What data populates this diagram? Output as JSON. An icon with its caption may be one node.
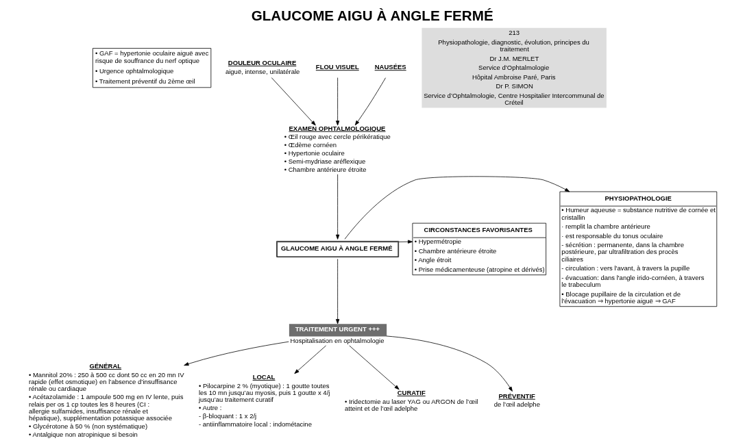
{
  "diagram": {
    "title": "GLAUCOME AIGU À ANGLE FERMÉ",
    "nodes": [
      {
        "text": [
          "• GAF = hypertonie oculaire aiguë avec risque de souffrance du nerf optique",
          "• Urgence ophtalmologique",
          "• Traitement préventif du 2ème œil"
        ]
      },
      {
        "text": [
          "DOULEUR OCULAIRE",
          "aiguë, intense, unilatérale"
        ]
      },
      {
        "text": [
          "FLOU VISUEL"
        ]
      },
      {
        "text": [
          "NAUSÉES"
        ]
      },
      {
        "text": [
          "EXAMEN OPHTALMOLOGIQUE",
          "• Œil rouge avec cercle périkératique",
          "• Œdème cornéen",
          "• Hypertonie oculaire",
          "• Semi-mydriase aréflexique",
          "• Chambre antérieure étroite"
        ]
      },
      {
        "text": [
          "GLAUCOME AIGU À ANGLE FERMÉ"
        ]
      },
      {
        "text": [
          "PHYSIOPATHOLOGIE",
          "• Humeur aqueuse = substance nutritive de cornée et cristallin",
          "· remplit la chambre antérieure",
          "· est responsable du tonus oculaire",
          "- sécrétion : permanente, dans la chambre postérieure, par ultrafiltration des procès ciliaires",
          "- circulation : vers l'avant, à travers la pupille",
          "- évacuation: dans l'angle irido-cornéen, à travers le trabeculum",
          "• Blocage pupillaire de la circulation et de l'évacuation ⇒ hypertonie aiguë ⇒ GAF"
        ]
      },
      {
        "text": [
          "CIRCONSTANCES FAVORISANTES",
          "• Hypermétropie",
          "• Chambre antérieure étroite",
          "• Angle étroit",
          "• Prise médicamenteuse (atropine et dérivés)"
        ]
      },
      {
        "text": [
          "TRAITEMENT URGENT +++"
        ],
        "beside": [
          "Hospitalisation en ophtalmologie"
        ]
      },
      {
        "text": [
          "GÉNÉRAL",
          "• Mannitol 20% : 250 à 500 cc dont 50 cc en 20 mn IV rapide (effet osmotique) en l’absence d’insuffisance rénale ou cardiaque",
          "• Acétazolamide : 1 ampoule 500 mg en IV lente, puis relais per os 1 cp toutes les 8 heures (CI : allergie sulfamides, insuffisance rénale et hépatique), supplémentation potassique associée",
          "• Glycérotone à 50 % (non systématique)",
          "• Antalgique non atropinique si besoin"
        ]
      },
      {
        "text": [
          "LOCAL",
          "• Pilocarpine 2 % (myotique) : 1 goutte toutes les 10 mn jusqu’au myosis, puis 1 goutte x 4/j jusqu’au traitement curatif",
          "• Autre :",
          "- β-bloquant : 1 x 2/j",
          "- antiinflammatoire local : indométacine"
        ]
      },
      {
        "text": [
          "CURATIF",
          "• Iridectomie au laser YAG ou ARGON de l’œil atteint et de l’œil adelphe"
        ]
      },
      {
        "text": [
          "PRÉVENTIF",
          "de l’œil adelphe"
        ]
      }
    ],
    "edges": [
      {
        "from": 1,
        "to": 4,
        "arrow": "to"
      },
      {
        "from": 2,
        "to": 4,
        "arrow": "to"
      },
      {
        "from": 3,
        "to": 4,
        "arrow": "to"
      },
      {
        "from": 4,
        "to": 5,
        "arrow": "to"
      },
      {
        "from": 5,
        "to": 6,
        "arrow": "to"
      },
      {
        "from": 5,
        "to": 7,
        "arrow": "to"
      },
      {
        "from": 5,
        "to": 8,
        "arrow": "to"
      },
      {
        "from": 8,
        "to": 9,
        "arrow": "to"
      },
      {
        "from": 8,
        "to": 10,
        "arrow": "to"
      },
      {
        "from": 8,
        "to": 11,
        "arrow": "to"
      },
      {
        "from": 8,
        "to": 12,
        "arrow": "to"
      }
    ],
    "labels": [
      "213",
      "Physiopathologie, diagnostic, évolution, principes du traitement",
      "Dr J.M. MERLET",
      "Service d’Ophtalmologie",
      "Hôpital Ambroise Paré, Paris",
      "Dr P. SIMON",
      "Service d’Ophtalmologie, Centre Hospitalier Intercommunal de Créteil"
    ]
  }
}
